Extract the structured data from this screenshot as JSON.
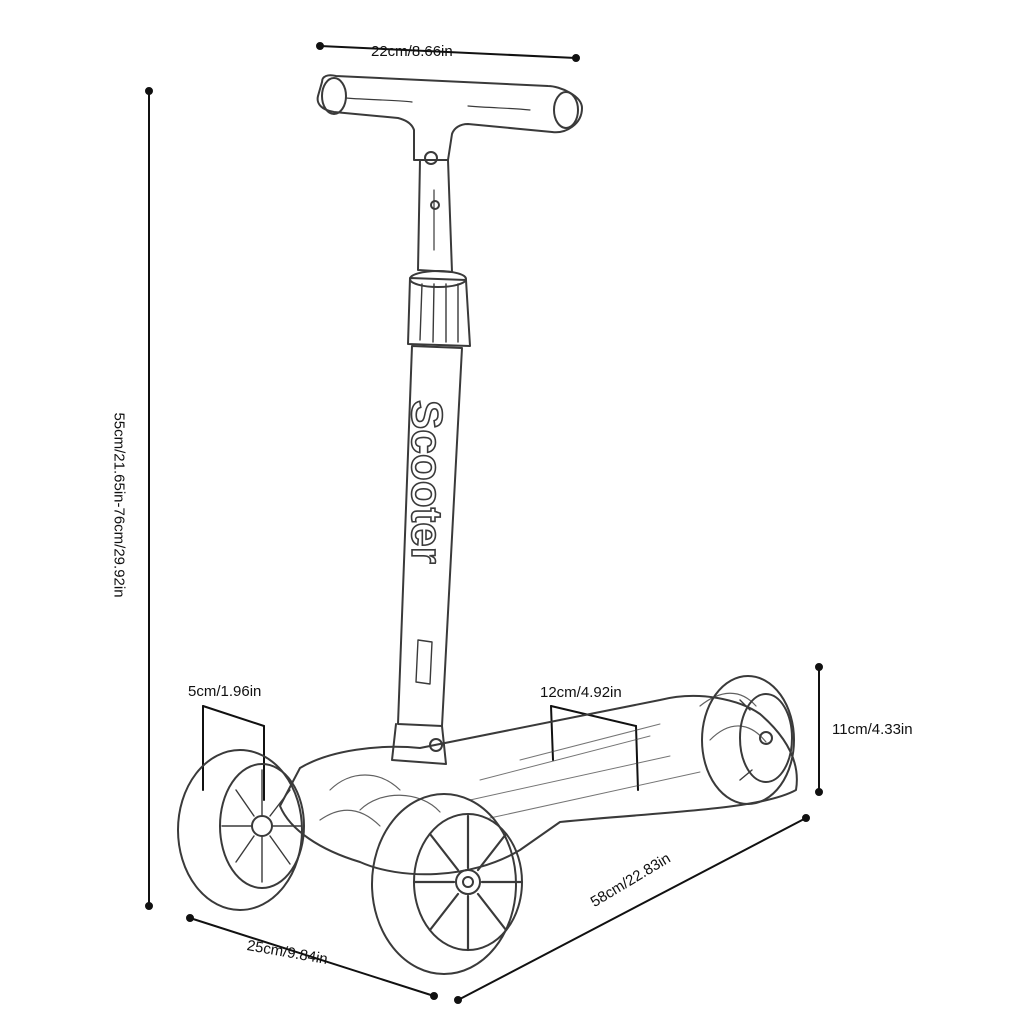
{
  "dimensions": {
    "handle_width": "22cm/8.66in",
    "height": "55cm/21.65in-76cm/29.92in",
    "wheel_width": "5cm/1.96in",
    "deck_width": "12cm/4.92in",
    "wheel_height": "11cm/4.33in",
    "front_width": "25cm/9.84in",
    "length": "58cm/22.83in"
  },
  "stem_text": "Scooter",
  "colors": {
    "ink": "#111111",
    "sketch": "#3a3a3a",
    "background": "#ffffff"
  }
}
